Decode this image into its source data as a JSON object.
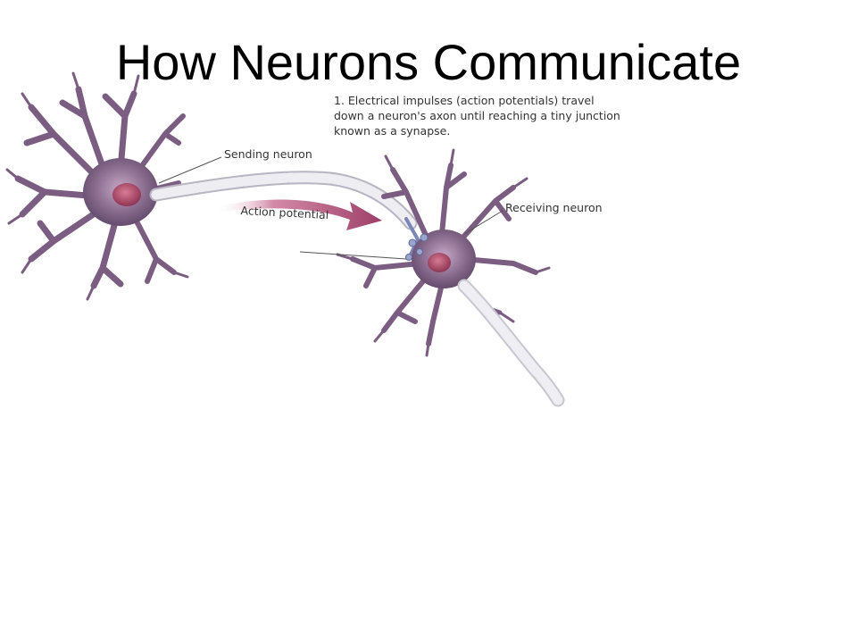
{
  "slide": {
    "title": "How Neurons Communicate",
    "caption_lines": [
      "1. Electrical impulses (action potentials) travel",
      "down a neuron's axon until reaching a tiny junction",
      "known as a synapse."
    ],
    "labels": {
      "sending_neuron": "Sending neuron",
      "action_potential": "Action potential",
      "receiving_neuron": "Receiving neuron"
    }
  },
  "colors": {
    "neuron_body": "#8a6d8f",
    "neuron_dark": "#5c4466",
    "nucleus": "#b04d6a",
    "axon_sheath": "#e6e4ea",
    "axon_outline": "#b9b5c2",
    "arrow": "#a8456e",
    "leader_line": "#555555"
  }
}
